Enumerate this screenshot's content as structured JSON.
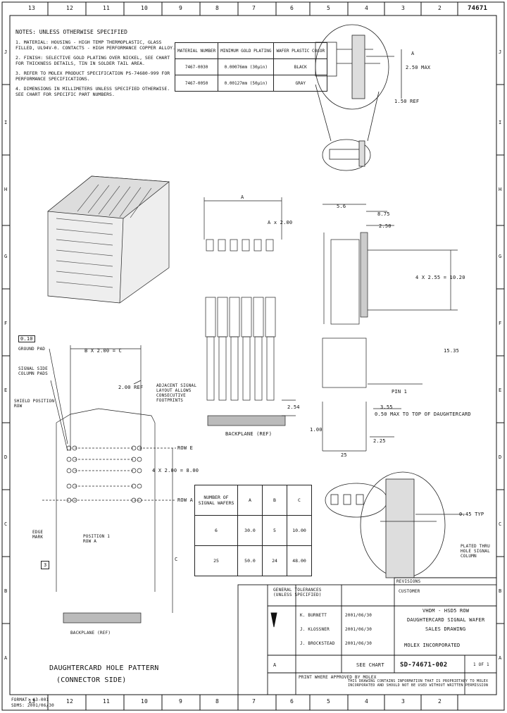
{
  "border": {
    "columns": [
      "13",
      "12",
      "11",
      "10",
      "9",
      "8",
      "7",
      "6",
      "5",
      "4",
      "3",
      "2"
    ],
    "rows": [
      "J",
      "I",
      "H",
      "G",
      "F",
      "E",
      "D",
      "C",
      "B",
      "A"
    ],
    "doc_tag": "74671"
  },
  "notes": {
    "header": "NOTES: UNLESS OTHERWISE SPECIFIED",
    "items": [
      "1. MATERIAL: HOUSING - HIGH TEMP THERMOPLASTIC, GLASS FILLED, UL94V-0. CONTACTS - HIGH PERFORMANCE COPPER ALLOY.",
      "2. FINISH: SELECTIVE GOLD PLATING OVER NICKEL, SEE CHART FOR THICKNESS DETAILS, TIN IN SOLDER TAIL AREA.",
      "3. REFER TO MOLEX PRODUCT SPECIFICATION PS-74680-999 FOR PERFORMANCE SPECIFICATIONS.",
      "4. DIMENSIONS IN MILLIMETERS UNLESS SPECIFIED OTHERWISE. SEE CHART FOR SPECIFIC PART NUMBERS."
    ]
  },
  "material_table": {
    "headers": [
      "MATERIAL NUMBER",
      "MINIMUM GOLD PLATING",
      "WAFER PLASTIC COLOR"
    ],
    "rows": [
      [
        "7467-0030",
        "0.00076mm (30μin)",
        "BLACK"
      ],
      [
        "7467-0050",
        "0.00127mm (50μin)",
        "GRAY"
      ]
    ]
  },
  "detail_top": {
    "dim_a": "A",
    "dim_ref": "2.50 MAX",
    "dim_c": "1.50 REF"
  },
  "front_view": {
    "dim_a": "A",
    "pitch": "A x 2.00",
    "backplane": "BACKPLANE (REF)",
    "dim_b": "2.54"
  },
  "side_view": {
    "dim_top": "5.6",
    "d1": "8.75",
    "d2": "2.50",
    "d3": "4 X 2.55 = 10.20",
    "d4": "15.35",
    "d5": "0.50 MAX TO TOP OF DAUGHTERCARD",
    "d6": "1.00",
    "d7": "2.25",
    "d8": "25",
    "d9": "3.55",
    "d10": "PIN 1"
  },
  "hole_pattern": {
    "tolerance": "0.10",
    "label_ground": "GROUND PAD",
    "label_signal": "SIGNAL SIDE COLUMN PADS",
    "label_position": "SHIELD POSITION ROW",
    "pitch_label": "B X 2.00 = C",
    "ref1": "2.00 REF",
    "adjacent": "ADJACENT SIGNAL LAYOUT ALLOWS CONSECUTIVE FOOTPRINTS",
    "row_e": "ROW E",
    "row_a": "ROW A",
    "count": "4 X 2.00 = 8.00",
    "position": "POSITION 1 ROW A",
    "edge": "EDGE MARK",
    "dim_c": "C",
    "note_box": "3",
    "backplane": "BACKPLANE (REF)",
    "caption_line1": "DAUGHTERCARD HOLE PATTERN",
    "caption_line2": "(CONNECTOR SIDE)"
  },
  "wafer_table": {
    "headers": [
      "NUMBER OF SIGNAL WAFERS",
      "A",
      "B",
      "C"
    ],
    "rows": [
      [
        "6",
        "30.0",
        "5",
        "10.00"
      ],
      [
        "25",
        "50.0",
        "24",
        "48.00"
      ]
    ]
  },
  "detail_bottom": {
    "dim": "0.45 TYP",
    "label": "PLATED THRU HOLE SIGNAL COLUMN"
  },
  "title_block": {
    "product": "VHDM - HSD5 ROW",
    "desc1": "DAUGHTERCARD SIGNAL WAFER",
    "desc2": "SALES DRAWING",
    "company": "MOLEX INCORPORATED",
    "see_chart": "SEE CHART",
    "drawing_no": "SD-74671-002",
    "sheet": "1 OF 1",
    "customer": "CUSTOMER",
    "dwn": "K. BURNETT",
    "chk": "J. KLOSSNER",
    "appr": "J. BROCKSTEAD",
    "date1": "2001/06/30",
    "date2": "2001/06/30",
    "date3": "2001/06/30",
    "disclaimer": "THIS DRAWING CONTAINS INFORMATION THAT IS PROPRIETARY TO MOLEX INCORPORATED AND SHOULD NOT BE USED WITHOUT WRITTEN PERMISSION",
    "print_note": "PRINT WHERE APPROVED BY MOLEX",
    "rev": "A",
    "rev_col": "REVISIONS",
    "general_tol": "GENERAL TOLERANCES (UNLESS SPECIFIED)"
  },
  "footer": {
    "left_line1": "FORMAT: A3-001",
    "left_line2": "SDMS: 2001/06/30"
  }
}
